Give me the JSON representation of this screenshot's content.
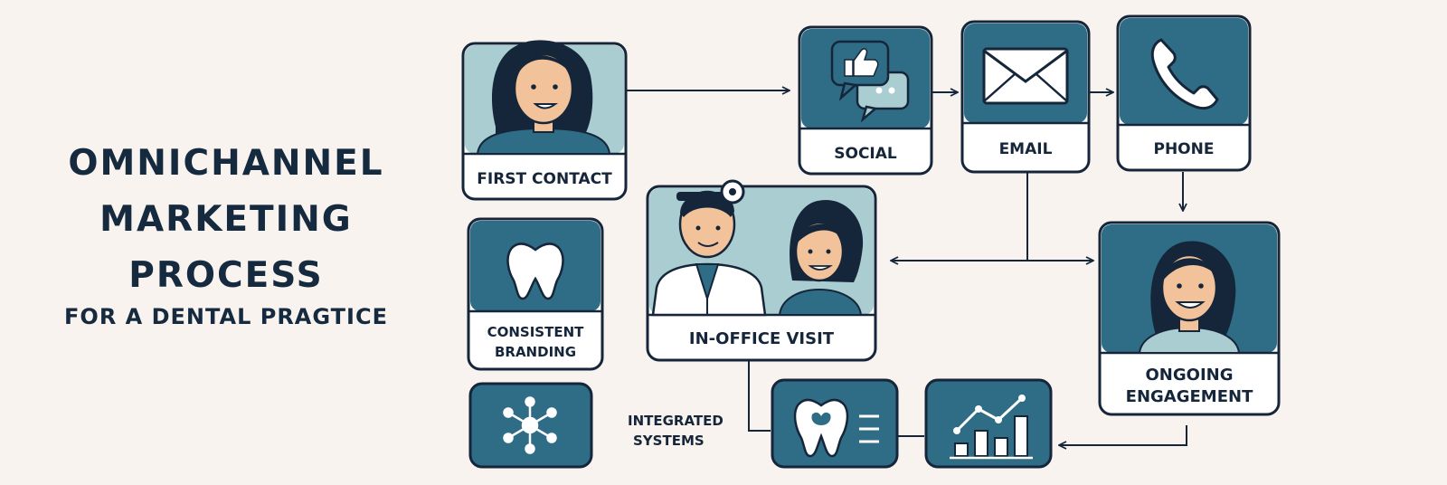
{
  "title": {
    "line1": "OMNICHANNEL",
    "line2": "MARKETING",
    "line3": "PROCESS",
    "subtitle": "FOR A DENTAL PRAGTICE"
  },
  "nodes": {
    "first_contact": "FIRST CONTACT",
    "social": "SOCIAL",
    "email": "EMAIL",
    "phone": "PHONE",
    "consistent_branding_1": "CONSISTENT",
    "consistent_branding_2": "BRANDING",
    "in_office_visit": "IN-OFFICE VISIT",
    "ongoing_engagement_1": "ONGOING",
    "ongoing_engagement_2": "ENGAGEMENT",
    "integrated_systems_1": "INTEGRATED",
    "integrated_systems_2": "SYSTEMS"
  },
  "icons": {
    "first_contact": "woman-avatar-icon",
    "social": "thumbs-up-chat-icon",
    "email": "envelope-icon",
    "phone": "phone-handset-icon",
    "branding": "tooth-icon",
    "network": "network-hub-icon",
    "visit": "dentist-and-patient-icon",
    "engagement": "smiling-woman-icon",
    "records": "tooth-record-icon",
    "analytics": "bar-chart-trend-icon"
  },
  "colors": {
    "navy": "#16263a",
    "teal": "#2f6c86",
    "light_teal": "#a9cdd0",
    "background": "#f8f3ee",
    "skin": "#f2c39a"
  }
}
